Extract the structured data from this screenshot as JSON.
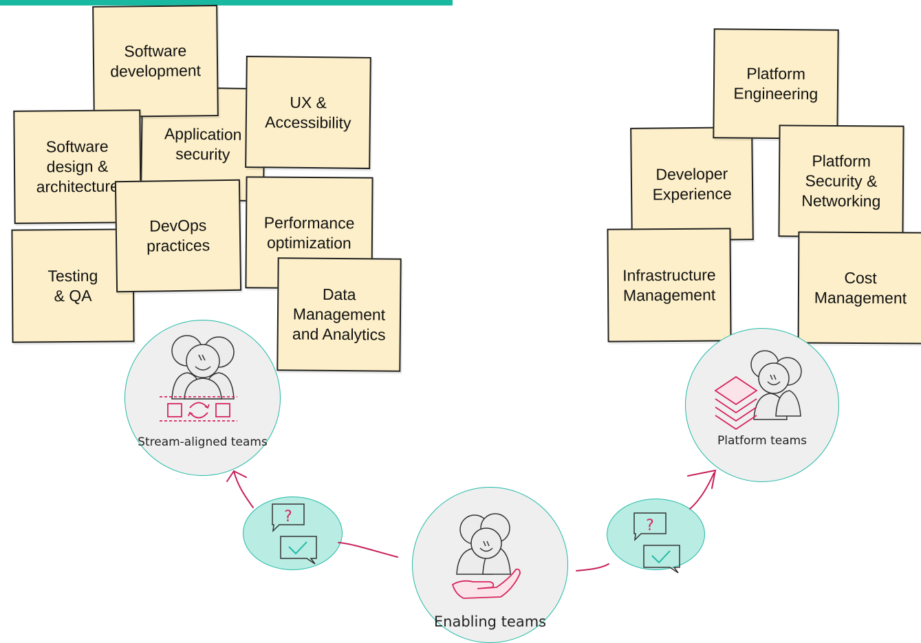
{
  "colors": {
    "accent": "#19b9a1",
    "note_fill": "#fcefc9",
    "icon_magenta": "#d6245e",
    "circle_fill": "#efefef",
    "bubble_fill": "#b9ece3"
  },
  "stream_notes": [
    "Software\ndevelopment",
    "Application\nsecurity",
    "UX &\nAccessibility",
    "Software\ndesign &\narchitecture",
    "DevOps\npractices",
    "Performance\noptimization",
    "Testing\n& QA",
    "Data\nManagement\nand Analytics"
  ],
  "platform_notes": [
    "Platform\nEngineering",
    "Developer\nExperience",
    "Platform\nSecurity &\nNetworking",
    "Infrastructure\nManagement",
    "Cost\nManagement"
  ],
  "teams": {
    "stream": "Stream-aligned teams",
    "platform": "Platform teams",
    "enabling": "Enabling teams"
  },
  "icons": [
    "team-people-icon",
    "flow-arrows-icon",
    "platform-layers-icon",
    "helping-hand-icon",
    "question-bubble-icon",
    "check-bubble-icon",
    "arrow-icon"
  ]
}
